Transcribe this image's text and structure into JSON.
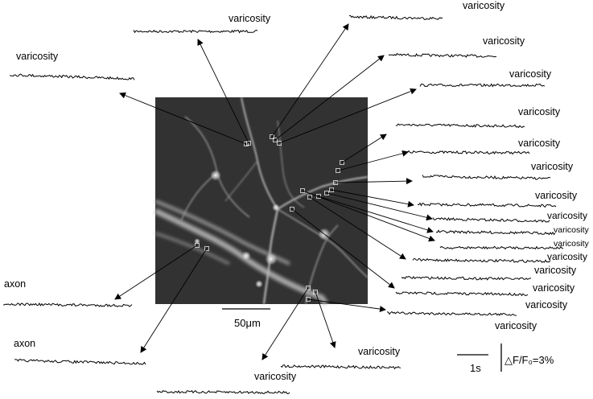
{
  "labels": {
    "varicosity": "varicosity",
    "axon": "axon"
  },
  "scale_bar": {
    "label": "50μm"
  },
  "time_bar": {
    "label": "1s"
  },
  "amplitude_bar": {
    "label": "△F/F₀=3%"
  },
  "traces": [
    {
      "id": "t01",
      "type": "varicosity"
    },
    {
      "id": "t02",
      "type": "varicosity"
    },
    {
      "id": "t03",
      "type": "varicosity"
    },
    {
      "id": "t04",
      "type": "varicosity"
    },
    {
      "id": "t05",
      "type": "varicosity"
    },
    {
      "id": "t06",
      "type": "varicosity"
    },
    {
      "id": "t07",
      "type": "varicosity"
    },
    {
      "id": "t08",
      "type": "varicosity"
    },
    {
      "id": "t09",
      "type": "varicosity"
    },
    {
      "id": "t10",
      "type": "varicosity"
    },
    {
      "id": "t11",
      "type": "varicosity"
    },
    {
      "id": "t12",
      "type": "varicosity"
    },
    {
      "id": "t13",
      "type": "varicosity"
    },
    {
      "id": "t14",
      "type": "varicosity"
    },
    {
      "id": "t15",
      "type": "varicosity"
    },
    {
      "id": "t16",
      "type": "varicosity"
    },
    {
      "id": "t17",
      "type": "varicosity"
    },
    {
      "id": "t18",
      "type": "varicosity"
    },
    {
      "id": "t19",
      "type": "varicosity"
    },
    {
      "id": "t20",
      "type": "axon"
    },
    {
      "id": "t21",
      "type": "axon"
    }
  ],
  "colors": {
    "image_background": "#2b2b2b",
    "neuron_fiber": "#cfcfcf",
    "trace": "#000000"
  }
}
